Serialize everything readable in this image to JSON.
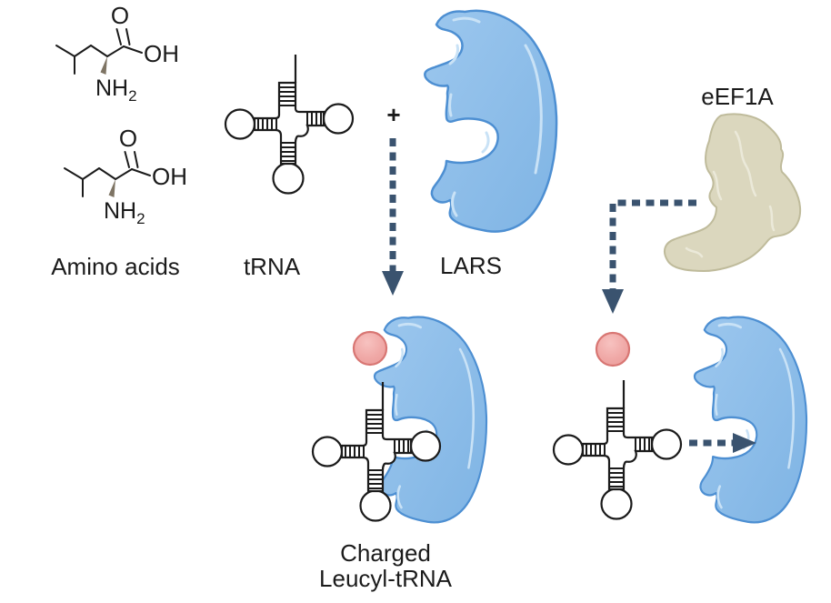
{
  "figure": {
    "background": "#ffffff",
    "labels": {
      "amino_acids": "Amino acids",
      "trna": "tRNA",
      "plus": "+",
      "lars": "LARS",
      "eef1a": "eEF1A",
      "product_line1": "Charged",
      "product_line2": "Leucyl-tRNA"
    },
    "chemistry": {
      "carbonyl_oxygen": "O",
      "hydroxyl": "OH",
      "amine": "NH",
      "amine_subscript": "2"
    },
    "colors": {
      "lars_fill": "#8CBCE8",
      "lars_stroke": "#4D8FD2",
      "lars_highlight": "#C9E2F6",
      "eef1a_fill": "#DBD7BE",
      "eef1a_stroke": "#BFBB9B",
      "eef1a_highlight": "#EBE9D9",
      "amino_acid_fill": "#EFA5A3",
      "amino_acid_stroke": "#D87673",
      "arrow": "#3A536F",
      "line_black": "#1B1B1B",
      "wedge_bond": "#7E7464"
    }
  }
}
